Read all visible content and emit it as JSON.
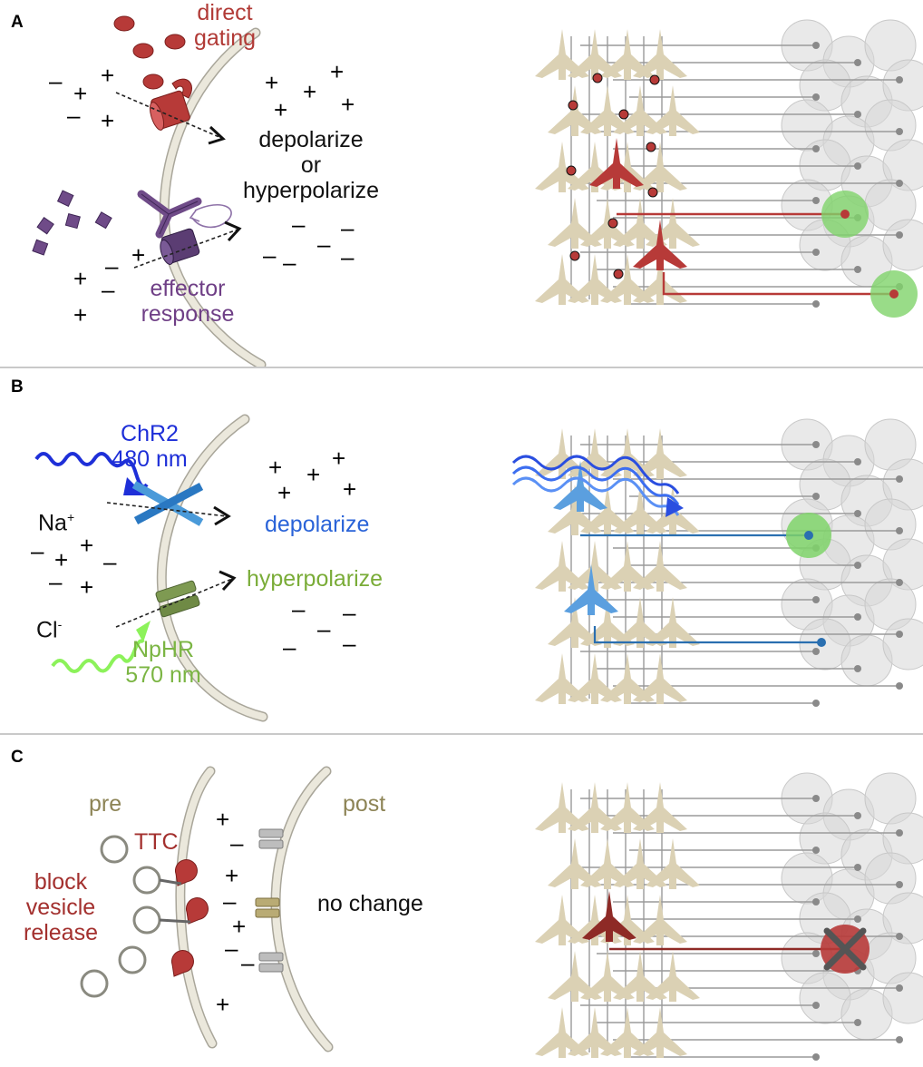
{
  "panels": {
    "a": {
      "label": "A",
      "direct_gating": [
        "direct",
        "gating"
      ],
      "outcome": [
        "depolarize",
        "or",
        "hyperpolarize"
      ],
      "effector": [
        "effector",
        "response"
      ]
    },
    "b": {
      "label": "B",
      "chr2": [
        "ChR2",
        "480 nm"
      ],
      "na": "Na",
      "na_sup": "+",
      "cl": "Cl",
      "cl_sup": "-",
      "depolarize": "depolarize",
      "hyperpolarize": "hyperpolarize",
      "nphr": [
        "NpHR",
        "570 nm"
      ]
    },
    "c": {
      "label": "C",
      "pre": "pre",
      "post": "post",
      "ttc": "TTC",
      "block": [
        "block",
        "vesicle",
        "release"
      ],
      "no_change": "no change"
    }
  },
  "charges": {
    "plus": "+",
    "minus": "–"
  },
  "colors": {
    "membrane_fill": "#ebe8dc",
    "membrane_stroke": "#a9a69a",
    "neuron": "#dbd1b4",
    "red": "#b73a38",
    "dark_red": "#8e2a26",
    "purple": "#6f4b88",
    "blue": "#1e2fd8",
    "light_blue": "#5b9fdf",
    "green": "#7bb543",
    "light_green": "#8cf25a",
    "target_gray": "#d4d4d4",
    "active_green": "#7fd36a",
    "olive_text": "#8d8456"
  },
  "icons": [
    "pointer-arrow-icon",
    "ion-channel-icon",
    "receptor-icon",
    "light-wave-icon",
    "vesicle-icon",
    "x-mark-icon"
  ]
}
